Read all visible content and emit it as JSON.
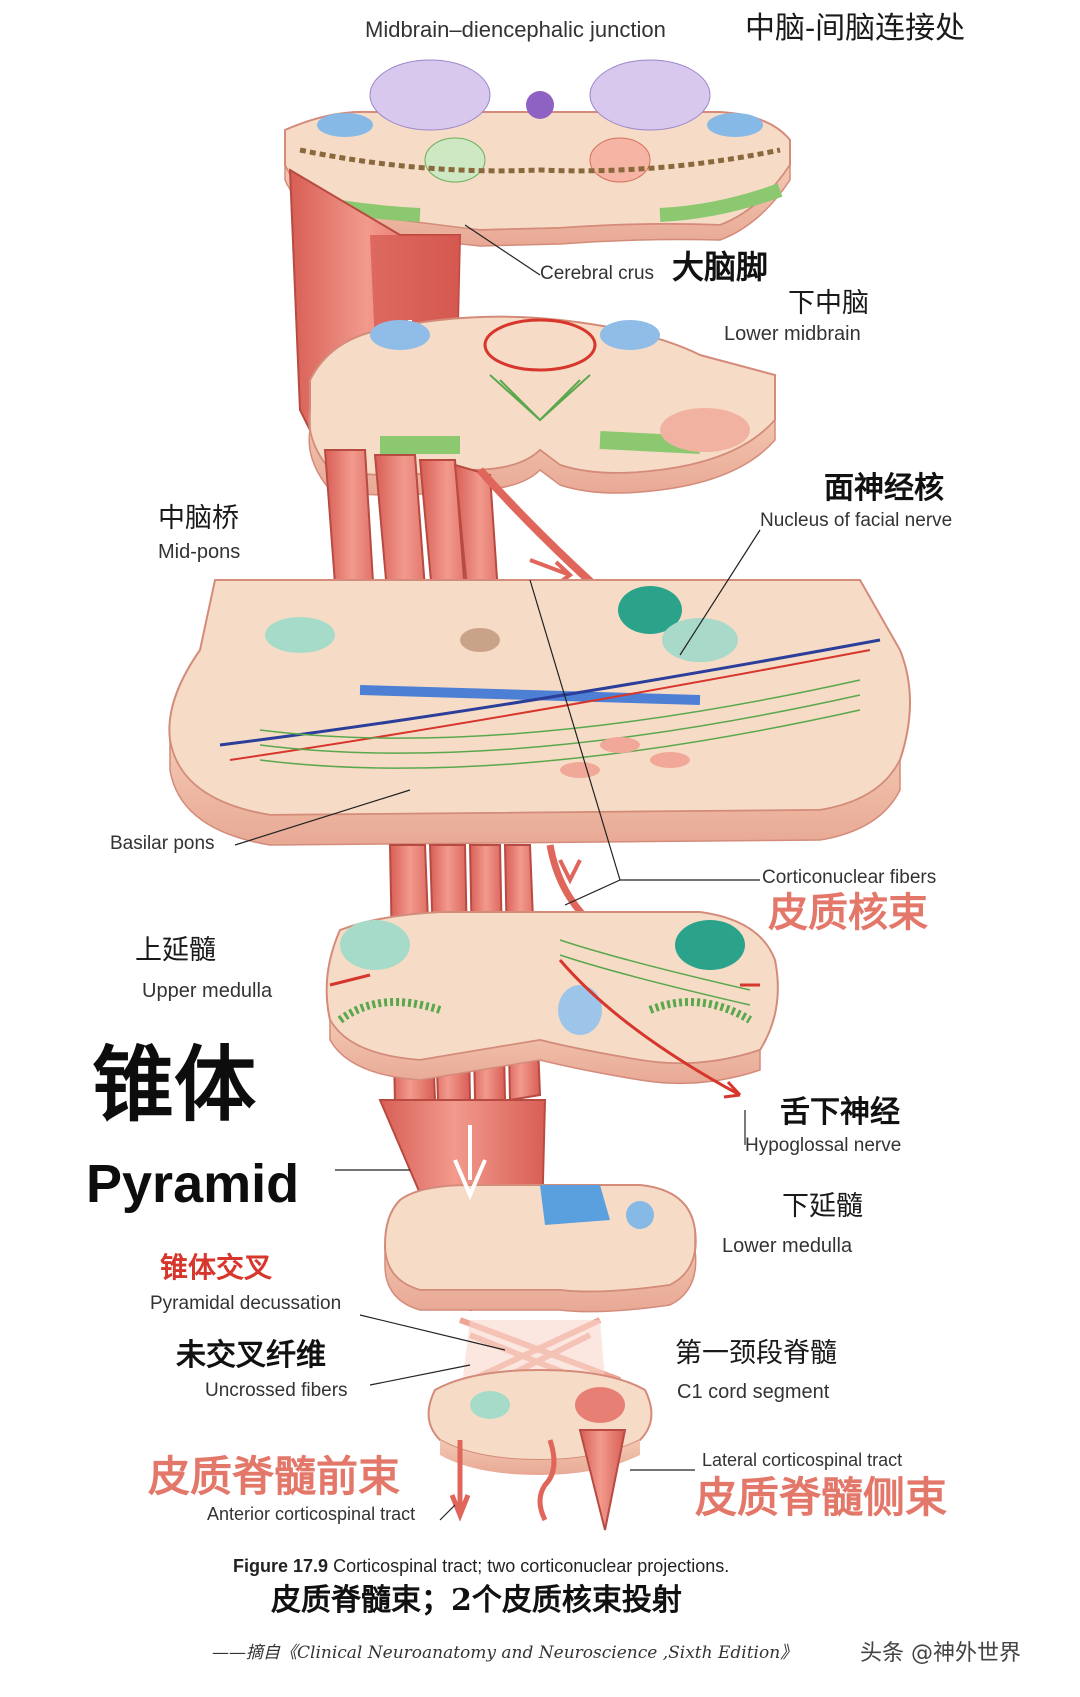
{
  "labels": {
    "midbrain_junction_en": "Midbrain–diencephalic junction",
    "midbrain_junction_cn": "中脑-间脑连接处",
    "cerebral_crus_en": "Cerebral crus",
    "cerebral_crus_cn": "大脑脚",
    "lower_midbrain_cn": "下中脑",
    "lower_midbrain_en": "Lower midbrain",
    "facial_nucleus_cn": "面神经核",
    "facial_nucleus_en": "Nucleus of facial nerve",
    "mid_pons_cn": "中脑桥",
    "mid_pons_en": "Mid-pons",
    "basilar_pons_en": "Basilar pons",
    "corticonuclear_en": "Corticonuclear fibers",
    "corticonuclear_cn": "皮质核束",
    "upper_medulla_cn": "上延髓",
    "upper_medulla_en": "Upper medulla",
    "pyramid_cn": "锥体",
    "pyramid_en": "Pyramid",
    "hypoglossal_cn": "舌下神经",
    "hypoglossal_en": "Hypoglossal nerve",
    "lower_medulla_cn": "下延髓",
    "lower_medulla_en": "Lower medulla",
    "decussation_cn": "锥体交叉",
    "decussation_en": "Pyramidal decussation",
    "uncrossed_cn": "未交叉纤维",
    "uncrossed_en": "Uncrossed fibers",
    "c1_cn": "第一颈段脊髓",
    "c1_en": "C1 cord segment",
    "lateral_cst_en": "Lateral corticospinal tract",
    "lateral_cst_cn": "皮质脊髓侧束",
    "anterior_cst_cn": "皮质脊髓前束",
    "anterior_cst_en": "Anterior corticospinal tract"
  },
  "caption": {
    "figure_no": "Figure 17.9",
    "text": "Corticospinal tract; two corticonuclear projections.",
    "cn": "皮质脊髓束；2个皮质核束投射",
    "source": "——摘自《Clinical Neuroanatomy and Neuroscience ,Sixth Edition》"
  },
  "watermark": "头条 @神外世界",
  "colors": {
    "slab": "#f6dcc6",
    "slab_edge": "#e4a593",
    "tract": "#e77f74",
    "tract_dark": "#c9544c",
    "green": "#9ccf8a",
    "blue": "#7fb1e0",
    "pink_accent": "#d7362c"
  }
}
